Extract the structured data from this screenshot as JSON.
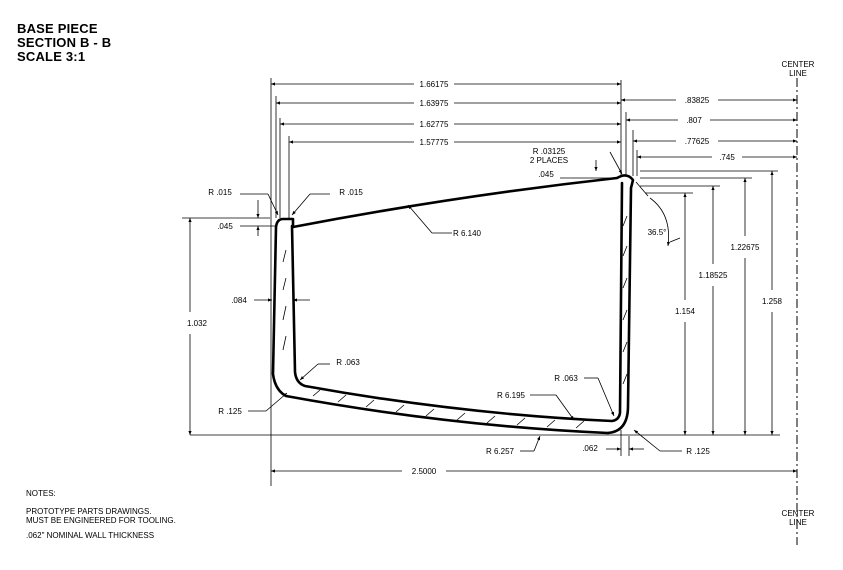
{
  "title": {
    "line1": "BASE PIECE",
    "line2": "SECTION B - B",
    "line3": "SCALE 3:1"
  },
  "center_line": {
    "top": [
      "CENTER",
      "LINE"
    ],
    "bottom": [
      "CENTER",
      "LINE"
    ]
  },
  "dimensions": {
    "w_166175": "1.66175",
    "w_163975": "1.63975",
    "w_162775": "1.62775",
    "w_157775": "1.57775",
    "w_83825": ".83825",
    "w_807": ".807",
    "w_77625": ".77625",
    "w_745": ".745",
    "r_03125": "R .03125",
    "two_places": "2 PLACES",
    "d_045_right": ".045",
    "r_015_left": "R .015",
    "r_015_right": "R .015",
    "d_045_left": ".045",
    "r_6140": "R 6.140",
    "angle_365": "36.5°",
    "h_122675": "1.22675",
    "h_118525": "1.18525",
    "h_1258": "1.258",
    "h_1154": "1.154",
    "h_1032": "1.032",
    "d_084": ".084",
    "r_063_left": "R .063",
    "r_063_right": "R .063",
    "r_6195": "R 6.195",
    "r_125_left": "R .125",
    "r_125_right": "R .125",
    "r_6257": "R 6.257",
    "d_062": ".062",
    "w_25000": "2.5000"
  },
  "notes": {
    "heading": "NOTES:",
    "line1": "PROTOTYPE PARTS DRAWINGS.",
    "line2": "MUST BE ENGINEERED FOR TOOLING.",
    "line3": ".062\" NOMINAL WALL THICKNESS"
  }
}
